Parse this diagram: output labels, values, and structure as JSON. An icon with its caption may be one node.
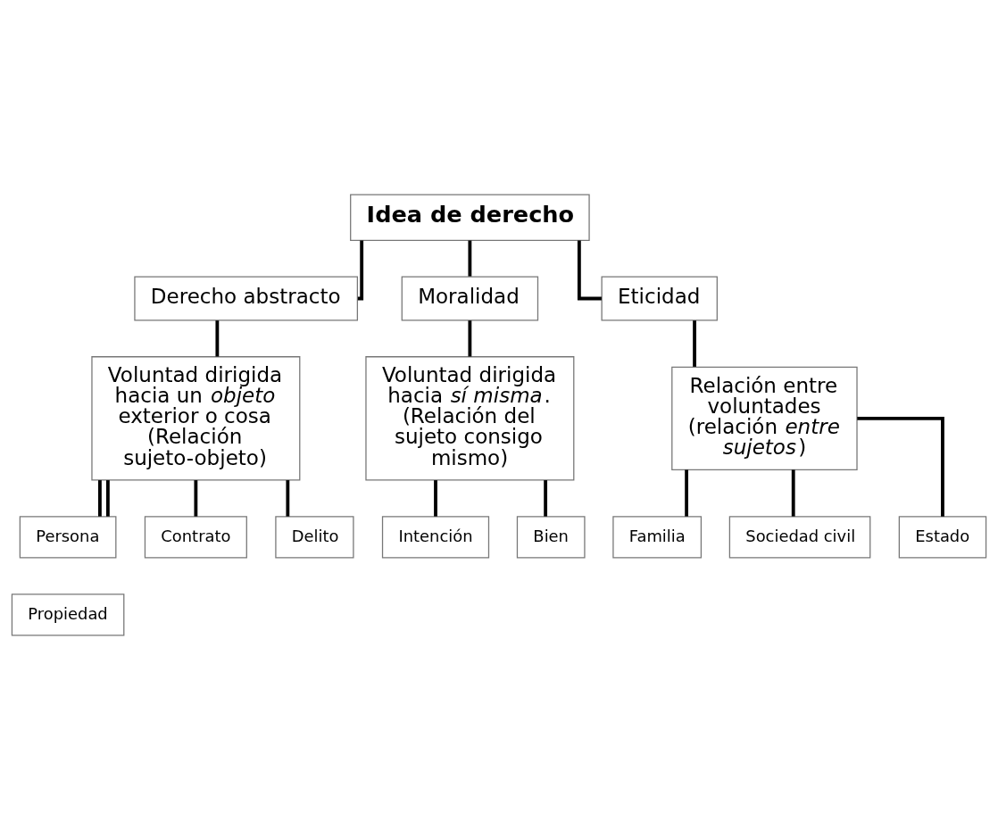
{
  "diagram": {
    "nodes": [
      {
        "text": [
          "Idea de derecho"
        ]
      },
      {
        "text": [
          "Derecho abstracto"
        ]
      },
      {
        "text": [
          "Moralidad"
        ]
      },
      {
        "text": [
          "Eticidad"
        ]
      },
      {
        "text": [
          "Voluntad dirigida hacia un *objeto* exterior o cosa (Relación sujeto-objeto)"
        ]
      },
      {
        "text": [
          "Persona"
        ]
      },
      {
        "text": [
          "Propiedad"
        ]
      },
      {
        "text": [
          "Contrato"
        ]
      },
      {
        "text": [
          "Delito"
        ]
      },
      {
        "text": [
          "Voluntad dirigida hacia *sí misma*. (Relación del sujeto consigo mismo)"
        ]
      },
      {
        "text": [
          "Intención"
        ]
      },
      {
        "text": [
          "Bien"
        ]
      },
      {
        "text": [
          "Relación entre voluntades (relación *entre sujetos*)"
        ]
      },
      {
        "text": [
          "Familia"
        ]
      },
      {
        "text": [
          "Sociedad civil"
        ]
      },
      {
        "text": [
          "Estado"
        ]
      }
    ],
    "edges": [
      {
        "from": 0,
        "to": 1,
        "arrow": "none"
      },
      {
        "from": 0,
        "to": 2,
        "arrow": "none"
      },
      {
        "from": 0,
        "to": 3,
        "arrow": "none"
      },
      {
        "from": 1,
        "to": 4,
        "arrow": "none"
      },
      {
        "from": 2,
        "to": 9,
        "arrow": "none"
      },
      {
        "from": 3,
        "to": 12,
        "arrow": "none"
      },
      {
        "from": 4,
        "to": 5,
        "arrow": "none"
      },
      {
        "from": 4,
        "to": 5,
        "arrow": "none"
      },
      {
        "from": 4,
        "to": 7,
        "arrow": "none"
      },
      {
        "from": 4,
        "to": 8,
        "arrow": "none"
      },
      {
        "from": 9,
        "to": 10,
        "arrow": "none"
      },
      {
        "from": 9,
        "to": 11,
        "arrow": "none"
      },
      {
        "from": 12,
        "to": 13,
        "arrow": "none"
      },
      {
        "from": 12,
        "to": 14,
        "arrow": "none"
      },
      {
        "from": 12,
        "to": 15,
        "arrow": "none"
      }
    ]
  }
}
